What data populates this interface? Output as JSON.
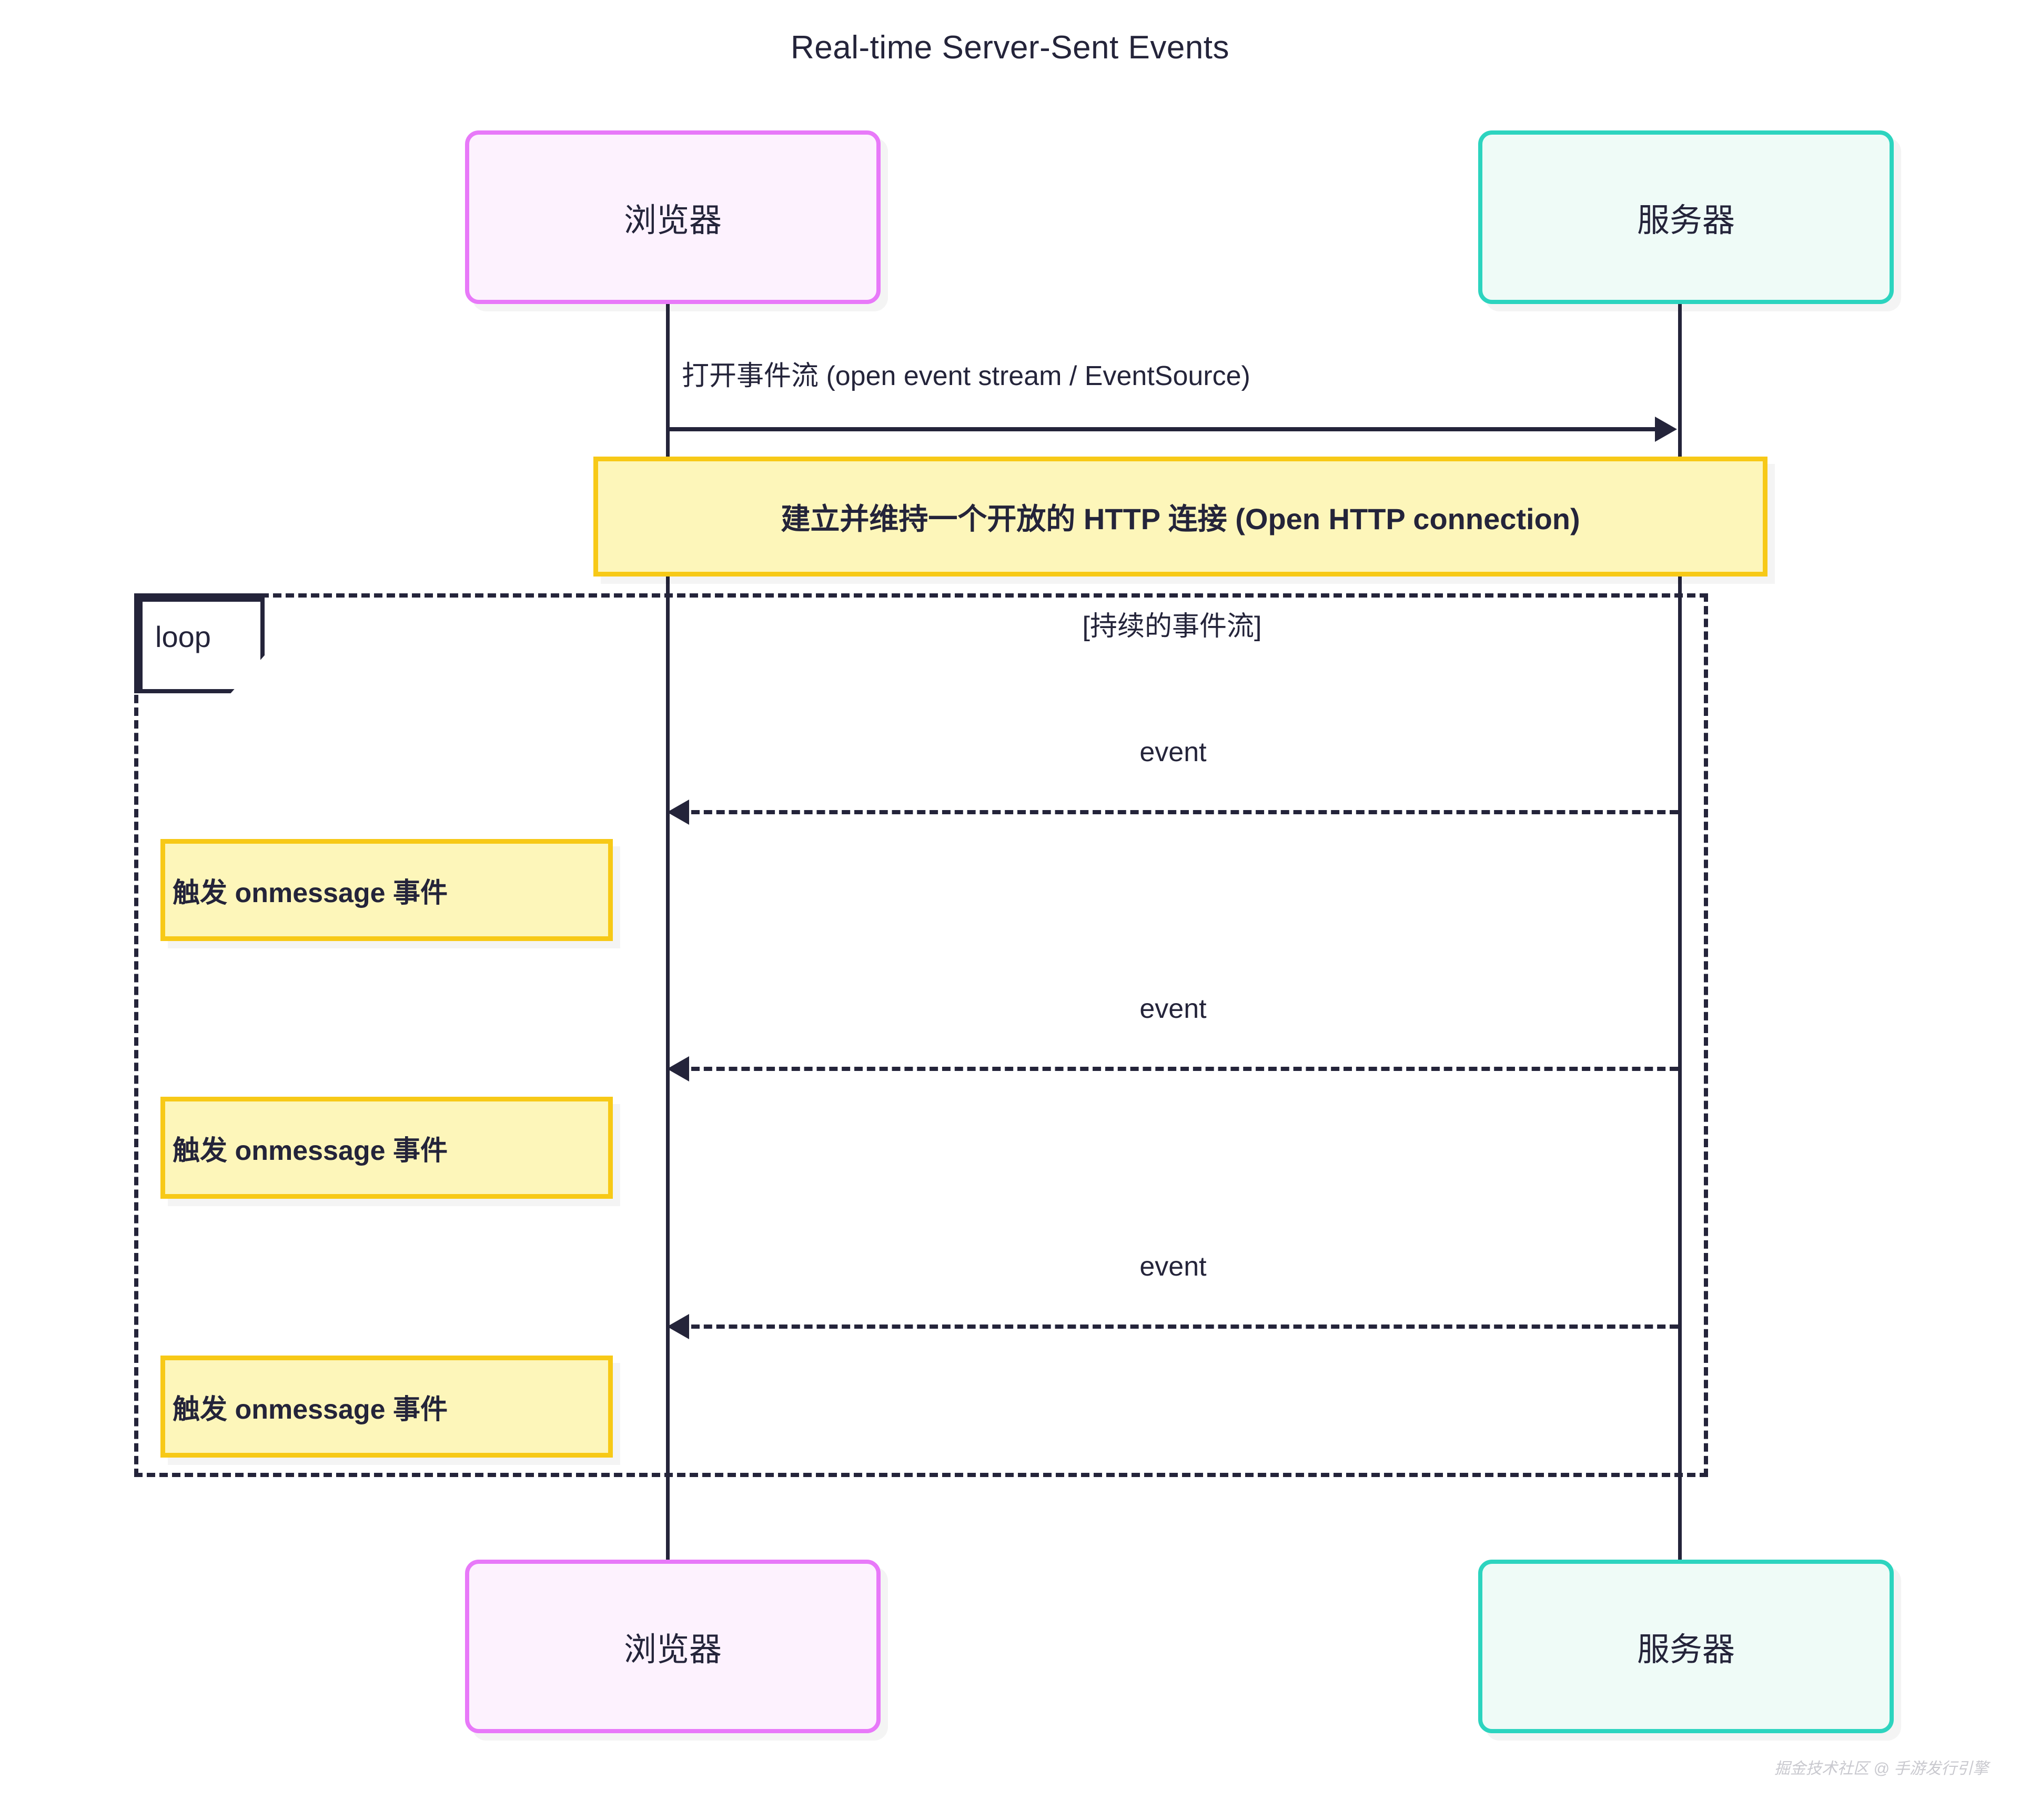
{
  "diagram": {
    "type": "sequence-diagram",
    "title": "Real-time Server-Sent Events",
    "watermark": "掘金技术社区 @ 手游发行引擎"
  },
  "participants": [
    {
      "id": "browser",
      "label": "浏览器",
      "border_color": "#e879f9",
      "fill_color": "#fdf2fe"
    },
    {
      "id": "server",
      "label": "服务器",
      "border_color": "#2dd4bf",
      "fill_color": "#effbf7"
    }
  ],
  "messages": {
    "open_stream": "打开事件流 (open event stream / EventSource)",
    "event_1": "event",
    "event_2": "event",
    "event_3": "event"
  },
  "notes": {
    "open_connection": "建立并维持一个开放的 HTTP 连接 (Open HTTP connection)",
    "onmessage_1": "触发 onmessage 事件",
    "onmessage_2": "触发 onmessage 事件",
    "onmessage_3": "触发 onmessage 事件",
    "border_color": "#f7c917",
    "fill_color": "#fdf6ba"
  },
  "loop": {
    "keyword": "loop",
    "condition": "[持续的事件流]"
  }
}
